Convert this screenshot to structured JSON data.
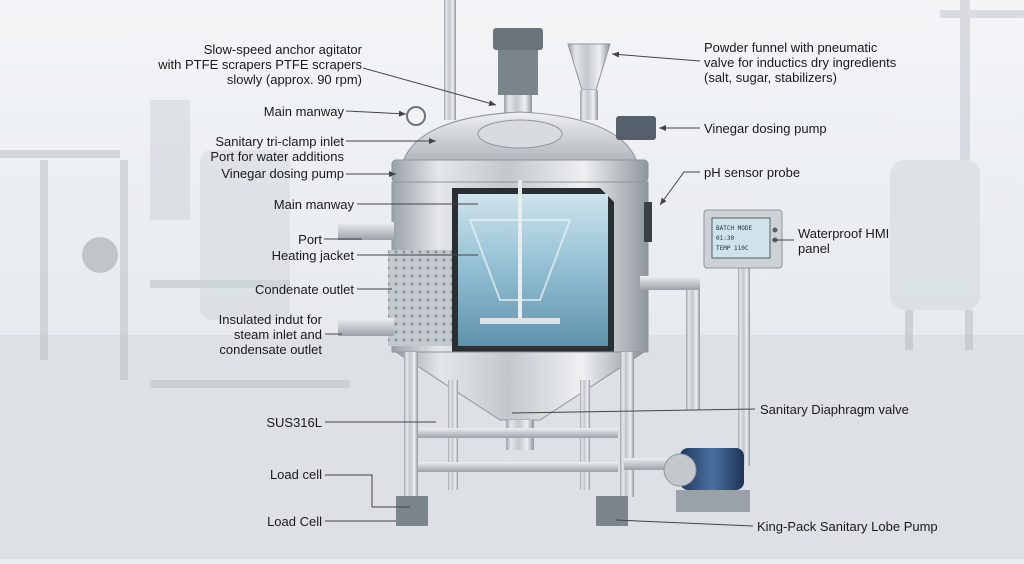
{
  "hmi_screen": {
    "line1": "BATCH MODE",
    "line2": "01:30",
    "line3": "TEMP 110C"
  },
  "labels": {
    "agitator": [
      "Slow-speed anchor agitator",
      "with PTFE scrapers PTFE scrapers",
      "slowly (approx. 90 rpm)"
    ],
    "main_manway_top": "Main manway",
    "tri_clamp": [
      "Sanitary tri-clamp inlet",
      "Port for water additions"
    ],
    "vinegar_left": "Vinegar dosing pump",
    "main_manway_mid": "Main manway",
    "port": "Port",
    "heating_jacket": "Heating jacket",
    "condensate_outlet": "Condenate outlet",
    "insulated": [
      "Insulated indut for",
      "steam inlet and",
      "condensate outlet"
    ],
    "sus": "SUS316L",
    "load_cell_1": "Load cell",
    "load_cell_2": "Load Cell",
    "powder_funnel": [
      "Powder funnel with pneumatic",
      "valve for inductics dry ingredients",
      "(salt, sugar, stabilizers)"
    ],
    "vinegar_right": "Vinegar dosing pump",
    "ph_probe": "pH sensor probe",
    "hmi": [
      "Waterproof HMI",
      "panel"
    ],
    "diaphragm": "Sanitary Diaphragm valve",
    "lobe_pump": "King-Pack Sanitary Lobe Pump"
  },
  "colors": {
    "background": "#e9edf1",
    "steel": "#c9ced3",
    "liquid": "#8fbfd3",
    "motor": "#2f4f7a",
    "leader_line": "#444444"
  }
}
